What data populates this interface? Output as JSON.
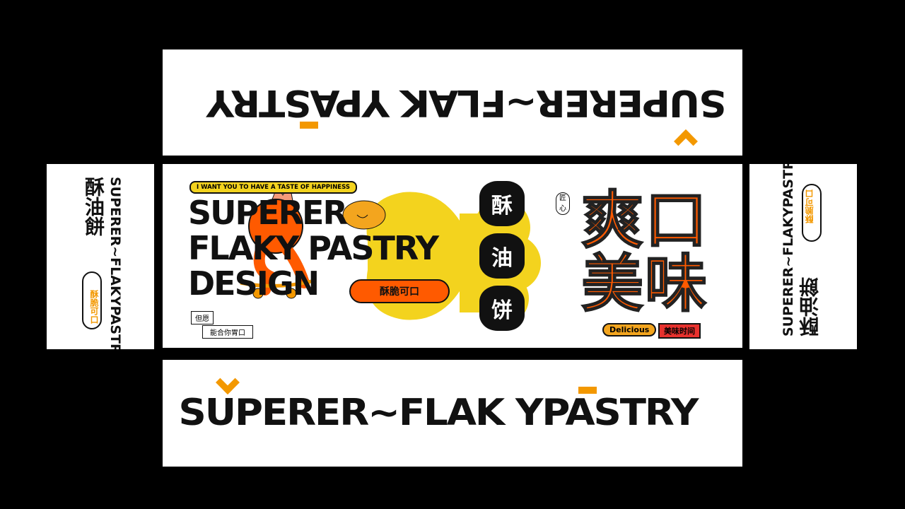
{
  "colors": {
    "background": "#000000",
    "panel": "#ffffff",
    "orange": "#ff5a00",
    "yellow": "#f3d31e",
    "amber": "#f39800",
    "ink": "#111111",
    "red": "#e8322e"
  },
  "wordmark": "SUPERER~FLAK YPASTRY",
  "front": {
    "tagline": "I WANT YOU TO HAVE A TASTE OF HAPPINESS",
    "headline": [
      "SUPERER",
      "FLAKY PASTRY",
      "DESIGN"
    ],
    "badge": "酥脆可口",
    "wish_1": "但愿",
    "wish_2": "能合你胃口",
    "blobs": [
      "酥",
      "油",
      "饼"
    ],
    "seal": [
      "匠",
      "心"
    ],
    "big_chars": [
      "爽",
      "口",
      "美",
      "味"
    ],
    "pill_delicious": "Delicious",
    "tag_time": "美味时间"
  },
  "side": {
    "name": "酥油餅",
    "wordmark": "SUPERER~FLAKYPASTRY",
    "badge": "酥脆可口"
  },
  "icons": [
    "mascot-orange-skater",
    "mascot-pastry-cloud",
    "crown-icon",
    "skateboard-icon",
    "heart-icon"
  ]
}
